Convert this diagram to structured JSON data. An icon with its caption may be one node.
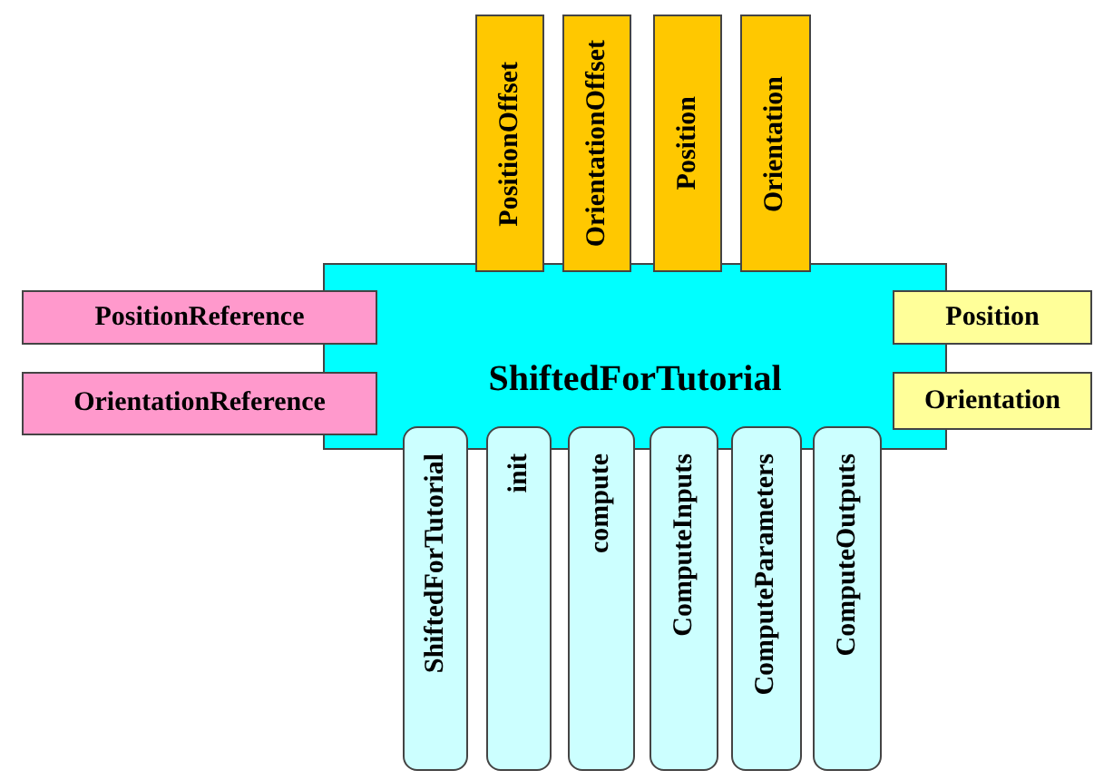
{
  "diagram": {
    "nodes": [
      {
        "text": [
          "ShiftedForTutorial"
        ]
      },
      {
        "text": [
          "PositionOffset"
        ]
      },
      {
        "text": [
          "OrientationOffset"
        ]
      },
      {
        "text": [
          "Position"
        ]
      },
      {
        "text": [
          "Orientation"
        ]
      },
      {
        "text": [
          "PositionReference"
        ]
      },
      {
        "text": [
          "OrientationReference"
        ]
      },
      {
        "text": [
          "Position"
        ]
      },
      {
        "text": [
          "Orientation"
        ]
      },
      {
        "text": [
          "ShiftedForTutorial"
        ]
      },
      {
        "text": [
          "init"
        ]
      },
      {
        "text": [
          "compute"
        ]
      },
      {
        "text": [
          "ComputeInputs"
        ]
      },
      {
        "text": [
          "ComputeParameters"
        ]
      },
      {
        "text": [
          "ComputeOutputs"
        ]
      }
    ],
    "edges": []
  }
}
